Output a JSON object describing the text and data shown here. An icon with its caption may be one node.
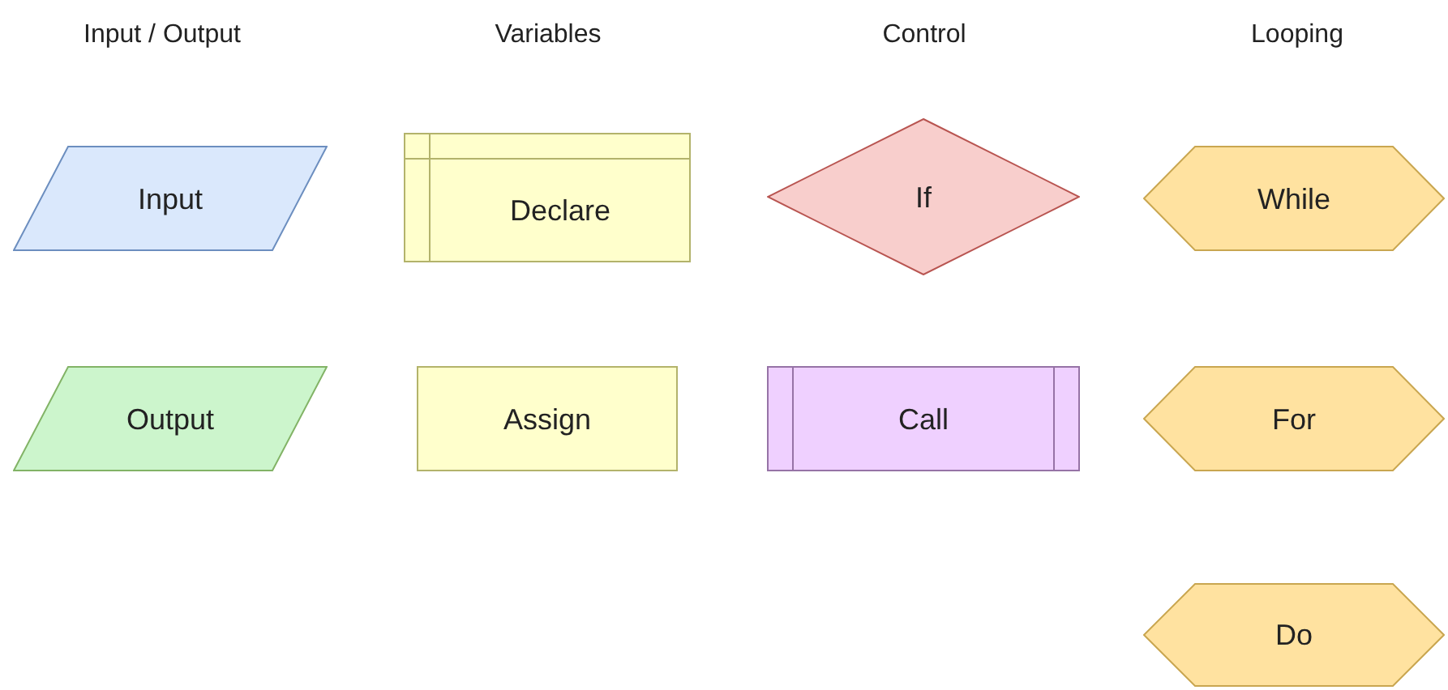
{
  "diagram": {
    "nodes": [
      {
        "text": [
          "Input"
        ]
      },
      {
        "text": [
          "Output"
        ]
      },
      {
        "text": [
          "Declare"
        ]
      },
      {
        "text": [
          "Assign"
        ]
      },
      {
        "text": [
          "If"
        ]
      },
      {
        "text": [
          "Call"
        ]
      },
      {
        "text": [
          "While"
        ]
      },
      {
        "text": [
          "For"
        ]
      },
      {
        "text": [
          "Do"
        ]
      }
    ],
    "edges": [],
    "labels": [
      "Input / Output",
      "Variables",
      "Control",
      "Looping"
    ]
  }
}
